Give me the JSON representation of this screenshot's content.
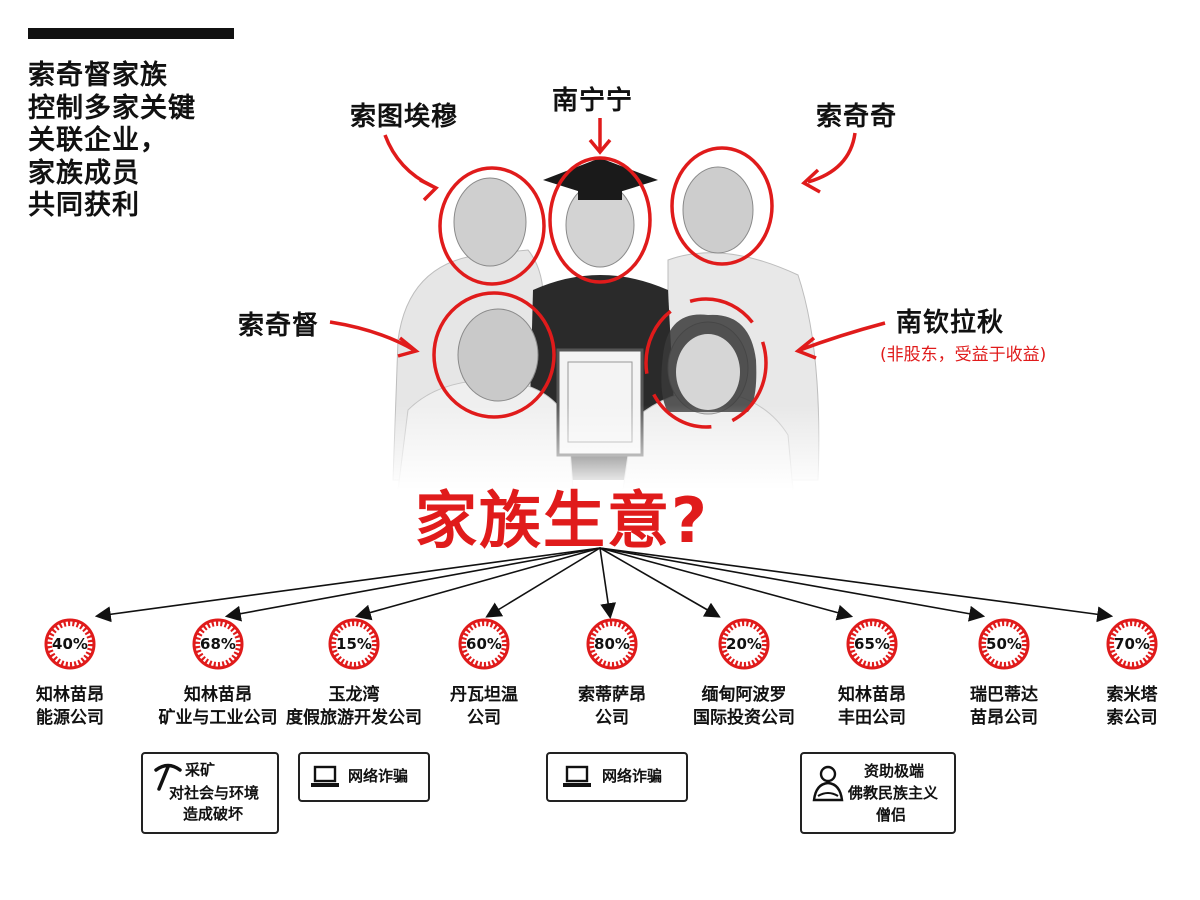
{
  "intro": {
    "lines": [
      "索奇督家族",
      "控制多家关键",
      "关联企业，",
      "家族成员",
      "共同获利"
    ]
  },
  "people": {
    "sotuaimu": "索图埃穆",
    "nanningning": "南宁宁",
    "suoqiqi": "索奇奇",
    "suoqidu": "索奇督",
    "nanqinlaqiu": "南钦拉秋",
    "nanqinlaqiu_note": "(非股东，受益于收益)"
  },
  "headline": "家族生意?",
  "companies": [
    {
      "pct": "40%",
      "name": [
        "知林苗昂",
        "能源公司"
      ]
    },
    {
      "pct": "68%",
      "name": [
        "知林苗昂",
        "矿业与工业公司"
      ]
    },
    {
      "pct": "15%",
      "name": [
        "玉龙湾",
        "度假旅游开发公司"
      ]
    },
    {
      "pct": "60%",
      "name": [
        "丹瓦坦温",
        "公司"
      ]
    },
    {
      "pct": "80%",
      "name": [
        "索蒂萨昂",
        "公司"
      ]
    },
    {
      "pct": "20%",
      "name": [
        "缅甸阿波罗",
        "国际投资公司"
      ]
    },
    {
      "pct": "65%",
      "name": [
        "知林苗昂",
        "丰田公司"
      ]
    },
    {
      "pct": "50%",
      "name": [
        "瑞巴蒂达",
        "苗昂公司"
      ]
    },
    {
      "pct": "70%",
      "name": [
        "索米塔",
        "索公司"
      ]
    }
  ],
  "notes": {
    "mining": {
      "icon": "pickaxe-icon",
      "lines": [
        "采矿",
        "对社会与环境",
        "造成破坏"
      ]
    },
    "fraud1": {
      "icon": "laptop-icon",
      "text": "网络诈骗"
    },
    "fraud2": {
      "icon": "laptop-icon",
      "text": "网络诈骗"
    },
    "extremist": {
      "icon": "monk-icon",
      "lines": [
        "资助极端",
        "佛教民族主义",
        "僧侣"
      ]
    }
  },
  "colors": {
    "accent": "#e01b1b",
    "ink": "#111111",
    "background": "#ffffff"
  }
}
